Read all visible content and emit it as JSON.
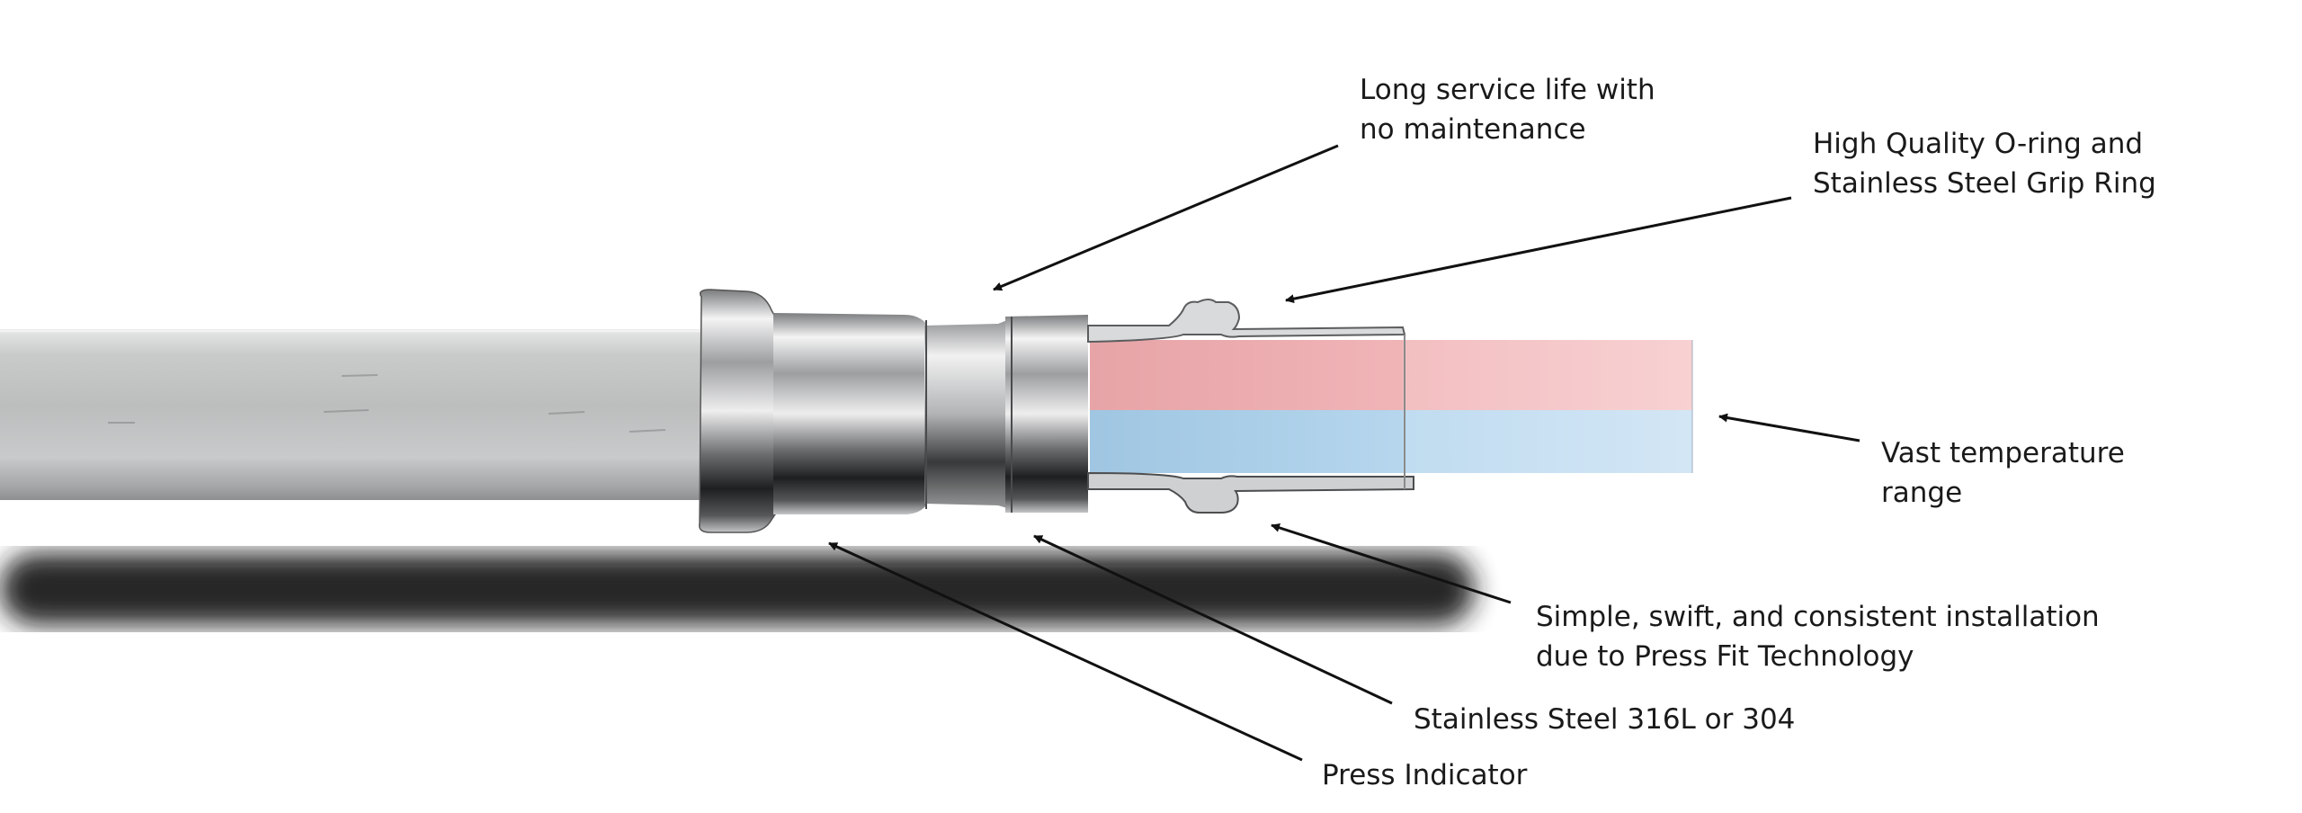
{
  "callouts": {
    "service_life": [
      "Long service life with",
      "no maintenance"
    ],
    "oring": [
      "High Quality O-ring and",
      "Stainless Steel Grip Ring"
    ],
    "temperature": [
      "Vast temperature",
      "range"
    ],
    "installation": [
      "Simple, swift, and consistent installation",
      "due to Press Fit Technology"
    ],
    "steel_grade": [
      "Stainless Steel 316L or 304"
    ],
    "press_indicator": [
      "Press Indicator"
    ]
  },
  "colors": {
    "hot_fill": "#f3b8bc",
    "cold_fill": "#b9d8ee",
    "pipe_steel": "#c4c6c6",
    "arrow": "#111111"
  },
  "icons": [
    "arrow-icon"
  ]
}
